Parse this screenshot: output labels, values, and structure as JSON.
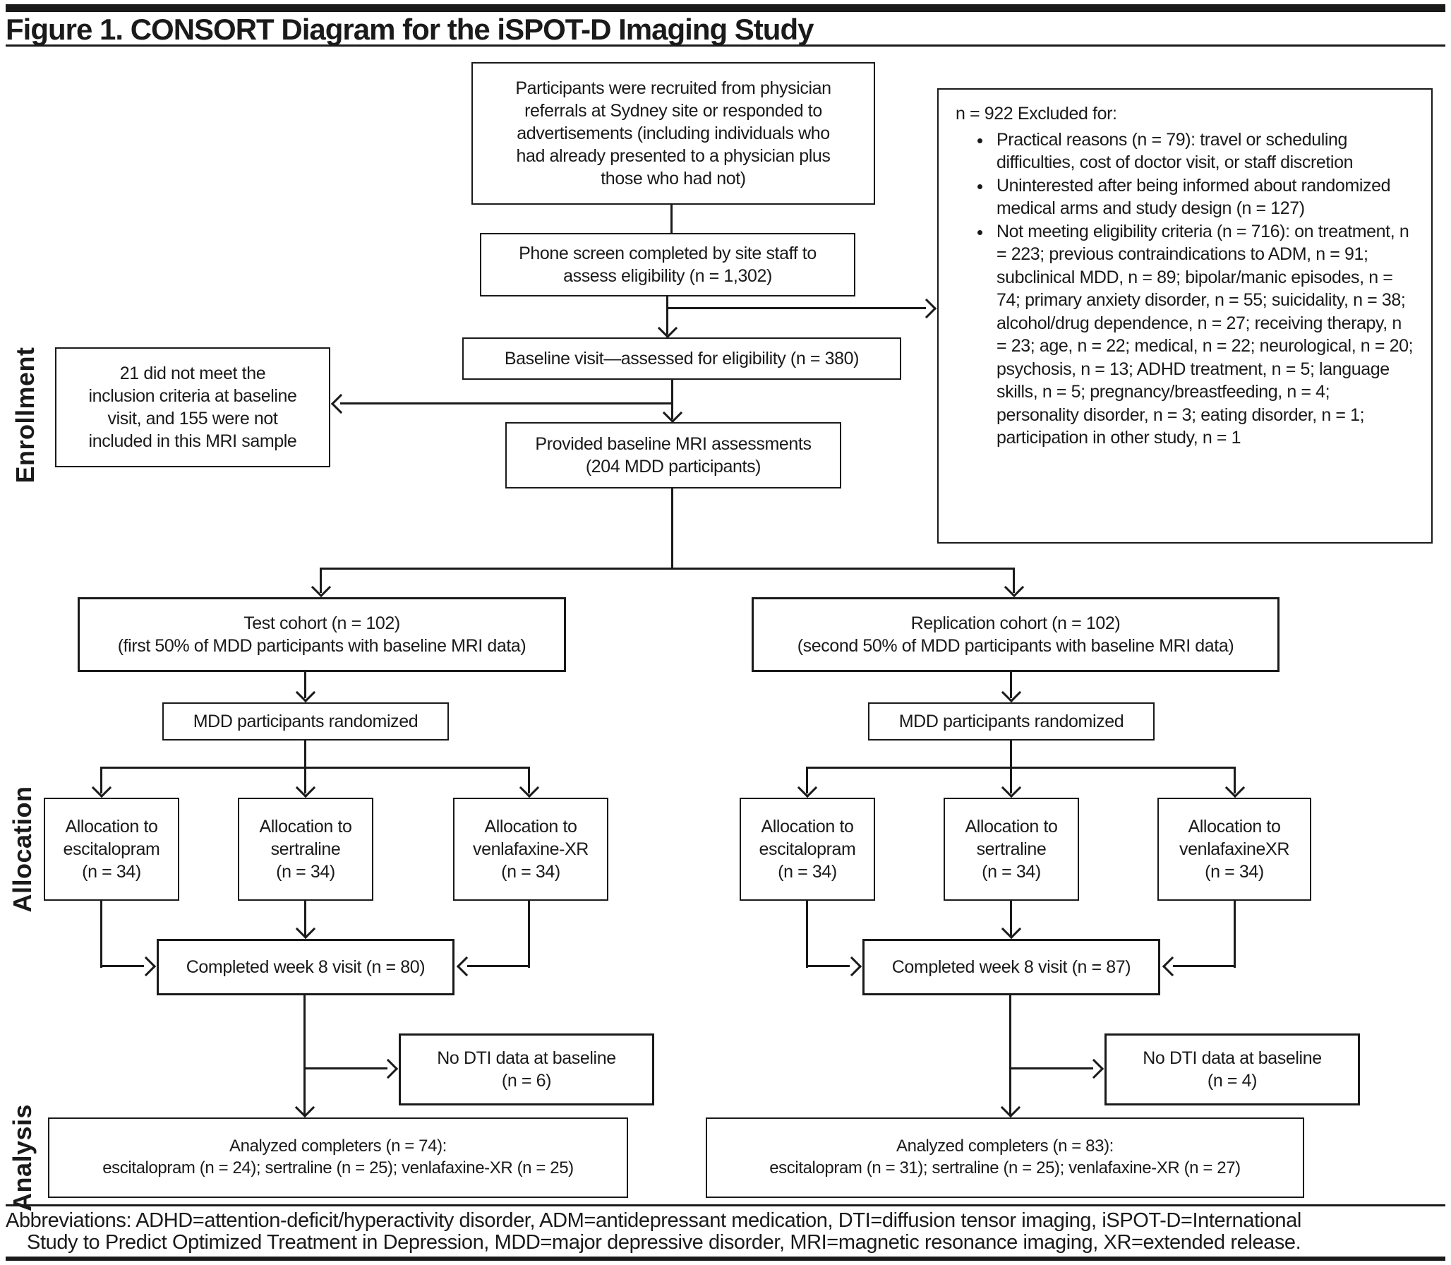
{
  "figure": {
    "title": "Figure 1. CONSORT Diagram for the iSPOT-D Imaging Study"
  },
  "section_labels": {
    "enrollment": "Enrollment",
    "allocation": "Allocation",
    "analysis": "Analysis"
  },
  "nodes": {
    "recruitment": "Participants were recruited from physician\nreferrals at Sydney site or responded to\nadvertisements (including individuals who\nhad already presented to a physician plus\nthose who had not)",
    "phone_screen": "Phone screen completed by site staff to\nassess eligibility (n = 1,302)",
    "excluded": {
      "title": "n = 922 Excluded for:",
      "items": [
        "Practical reasons (n = 79): travel or scheduling difficulties, cost of doctor visit, or staff discretion",
        "Uninterested after being informed about randomized medical arms and study design (n = 127)",
        "Not meeting eligibility criteria (n = 716): on treatment, n = 223; previous contraindications to ADM, n = 91; subclinical MDD, n = 89; bipolar/manic episodes, n = 74; primary anxiety disorder, n = 55; suicidality, n = 38; alcohol/drug dependence, n = 27; receiving therapy, n = 23; age, n = 22; medical, n = 22; neurological, n = 20; psychosis, n = 13; ADHD treatment, n = 5; language skills, n = 5; pregnancy/breastfeeding, n = 4; personality disorder, n = 3; eating disorder, n = 1; participation in other study, n = 1"
      ]
    },
    "baseline_visit": "Baseline visit—assessed for eligibility (n = 380)",
    "not_included": "21 did not meet the\ninclusion criteria at baseline\nvisit, and 155 were not\nincluded in this MRI sample",
    "mri_assessments": "Provided baseline MRI assessments\n(204 MDD participants)",
    "test_cohort": "Test cohort (n = 102)\n(first 50% of MDD participants with baseline MRI data)",
    "replication_cohort": "Replication cohort (n = 102)\n(second 50% of MDD participants with baseline MRI data)",
    "randomized_left": "MDD participants randomized",
    "randomized_right": "MDD participants randomized",
    "alloc_escitalopram_left": "Allocation to\nescitalopram\n(n = 34)",
    "alloc_sertraline_left": "Allocation to\nsertraline\n(n = 34)",
    "alloc_venlafaxine_left": "Allocation to\nvenlafaxine-XR\n(n = 34)",
    "alloc_escitalopram_right": "Allocation to\nescitalopram\n(n = 34)",
    "alloc_sertraline_right": "Allocation to\nsertraline\n(n = 34)",
    "alloc_venlafaxine_right": "Allocation to\nvenlafaxineXR\n(n = 34)",
    "completed_left": "Completed week 8 visit (n = 80)",
    "completed_right": "Completed week 8 visit (n = 87)",
    "no_dti_left": "No DTI data at baseline\n(n = 6)",
    "no_dti_right": "No DTI data at baseline\n(n = 4)",
    "analyzed_left": "Analyzed completers (n = 74):\nescitalopram (n = 24); sertraline (n = 25); venlafaxine-XR (n = 25)",
    "analyzed_right": "Analyzed completers (n = 83):\nescitalopram (n = 31); sertraline (n = 25); venlafaxine-XR (n = 27)"
  },
  "footer": {
    "abbreviations": "Abbreviations: ADHD=attention-deficit/hyperactivity disorder, ADM=antidepressant medication, DTI=diffusion tensor imaging, iSPOT-D=International\nStudy to Predict Optimized Treatment in Depression, MDD=major depressive disorder, MRI=magnetic resonance imaging, XR=extended release."
  },
  "colors": {
    "ink": "#1a1a1a",
    "background": "#ffffff"
  }
}
